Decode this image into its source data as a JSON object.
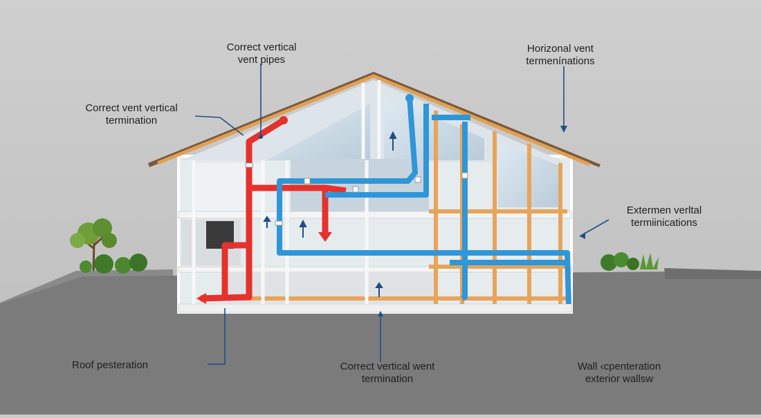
{
  "diagram": {
    "labels": {
      "vertical_vent_pipes": {
        "line1": "Correct vertical",
        "line2": "vent pipes"
      },
      "horizontal_vent_terminations": {
        "line1": "Horizonal vent",
        "line2": "termenínations"
      },
      "vent_vertical_termination": {
        "line1": "Correct vent vertical",
        "line2": "termination"
      },
      "exterior_vertical_terminations": {
        "line1": "Extermen verltal",
        "line2": "termiinications"
      },
      "roof_penetration": {
        "line1": "Roof pesteration"
      },
      "bottom_vertical_termination": {
        "line1": "Correct vertical went",
        "line2": "termination"
      },
      "wall_penetration": {
        "line1": "Wall ‹cpenteration",
        "line2": "exterior wallsw"
      }
    },
    "colors": {
      "background": "#c9c9c9",
      "ground": "#777777",
      "hot_pipe": "#e5322c",
      "vent_pipe": "#2f96d8",
      "roof": "#7a5a3c",
      "timber": "#e7a45a",
      "leader_line": "#1d4f86"
    }
  }
}
